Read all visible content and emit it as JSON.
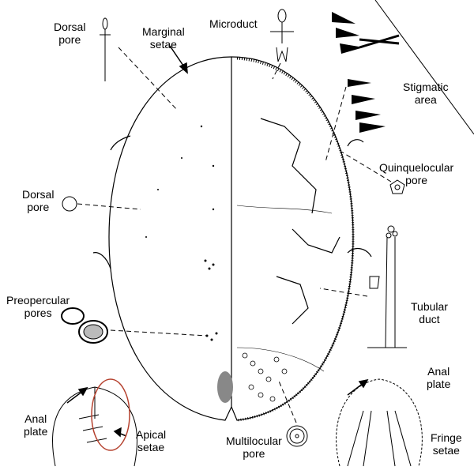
{
  "labels": {
    "dorsal_pore_top": "Dorsal\npore",
    "marginal_setae": "Marginal\nsetae",
    "microduct": "Microduct",
    "stigmatic_area": "Stigmatic\narea",
    "quinquelocular_pore": "Quinquelocular\npore",
    "dorsal_pore_mid": "Dorsal\npore",
    "tubular_duct": "Tubular\nduct",
    "preopercular_pores": "Preopercular\npores",
    "anal_plate_left": "Anal\nplate",
    "apical_setae": "Apical\nsetae",
    "multilocular_pore": "Multilocular\npore",
    "anal_plate_right": "Anal\nplate",
    "fringe_setae": "Fringe\nsetae"
  },
  "colors": {
    "highlight": "#b5412e",
    "ink": "#000000"
  }
}
